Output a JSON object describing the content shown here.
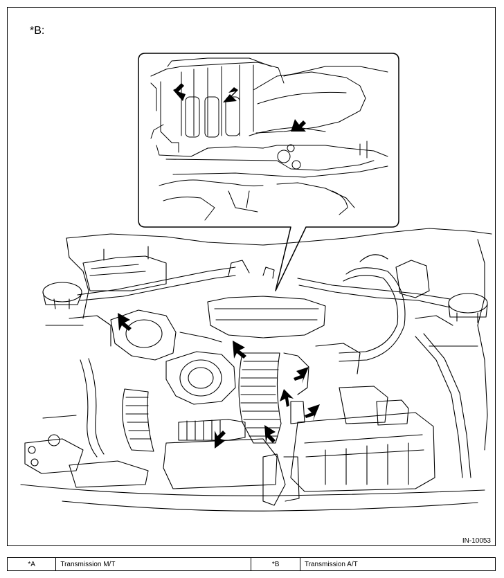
{
  "view_label": "*B:",
  "figure_id": "IN-10053",
  "legend": [
    {
      "key": "*A",
      "value": "Transmission M/T"
    },
    {
      "key": "*B",
      "value": "Transmission A/T"
    }
  ],
  "colors": {
    "line": "#000000",
    "background": "#ffffff"
  },
  "icons": [
    "arrow-indicator-icon"
  ]
}
